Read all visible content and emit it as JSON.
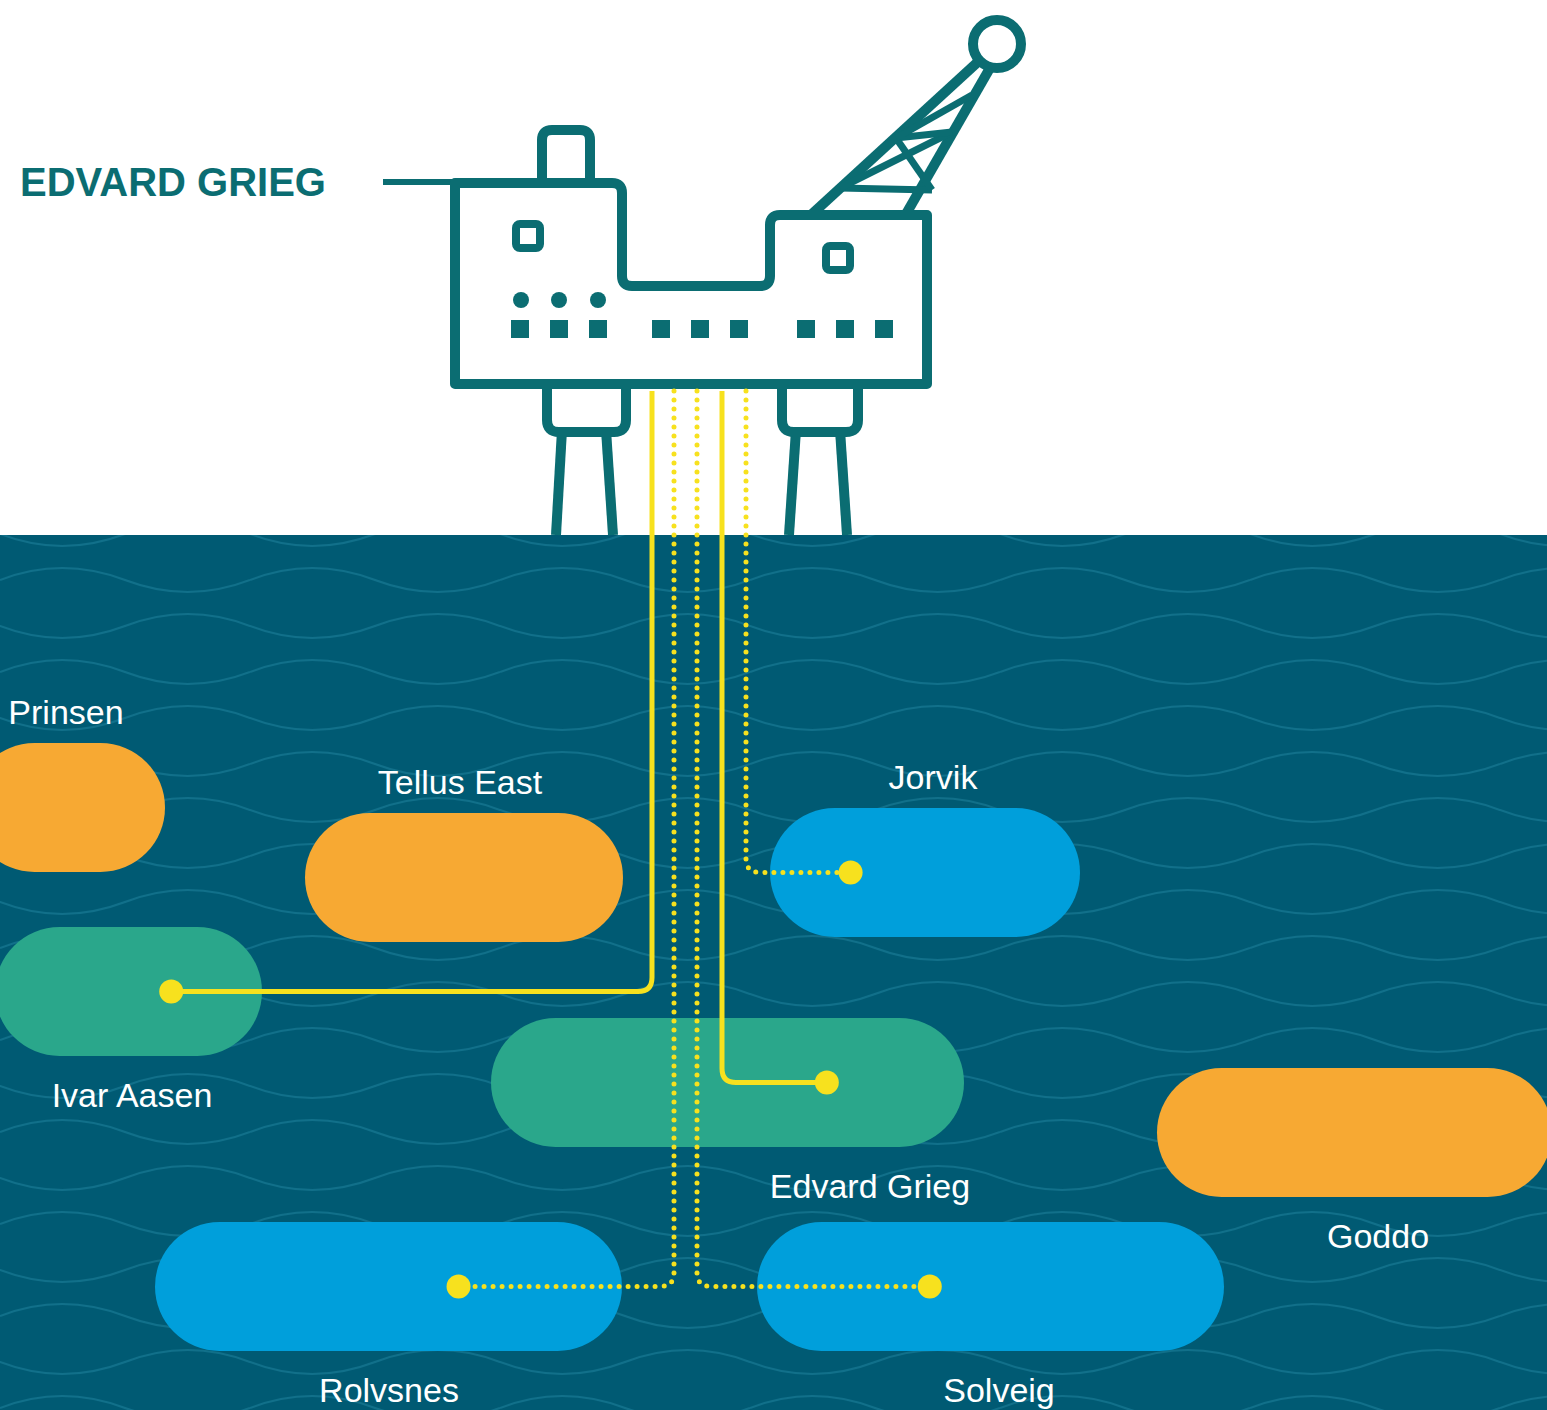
{
  "diagram": {
    "nodes": [
      {
        "text": [
          "EDVARD GRIEG"
        ]
      },
      {
        "text": [
          "Prinsen"
        ]
      },
      {
        "text": [
          "Tellus East"
        ]
      },
      {
        "text": [
          "Jorvik"
        ]
      },
      {
        "text": [
          "Ivar Aasen"
        ]
      },
      {
        "text": [
          "Edvard Grieg"
        ]
      },
      {
        "text": [
          "Goddo"
        ]
      },
      {
        "text": [
          "Rolvsnes"
        ]
      },
      {
        "text": [
          "Solveig"
        ]
      }
    ],
    "edges": [
      {
        "from": 0,
        "to": 4,
        "arrow": "none"
      },
      {
        "from": 0,
        "to": 5,
        "arrow": "none"
      },
      {
        "from": 0,
        "to": 3,
        "arrow": "none"
      },
      {
        "from": 0,
        "to": 7,
        "arrow": "none"
      },
      {
        "from": 0,
        "to": 8,
        "arrow": "none"
      }
    ]
  }
}
